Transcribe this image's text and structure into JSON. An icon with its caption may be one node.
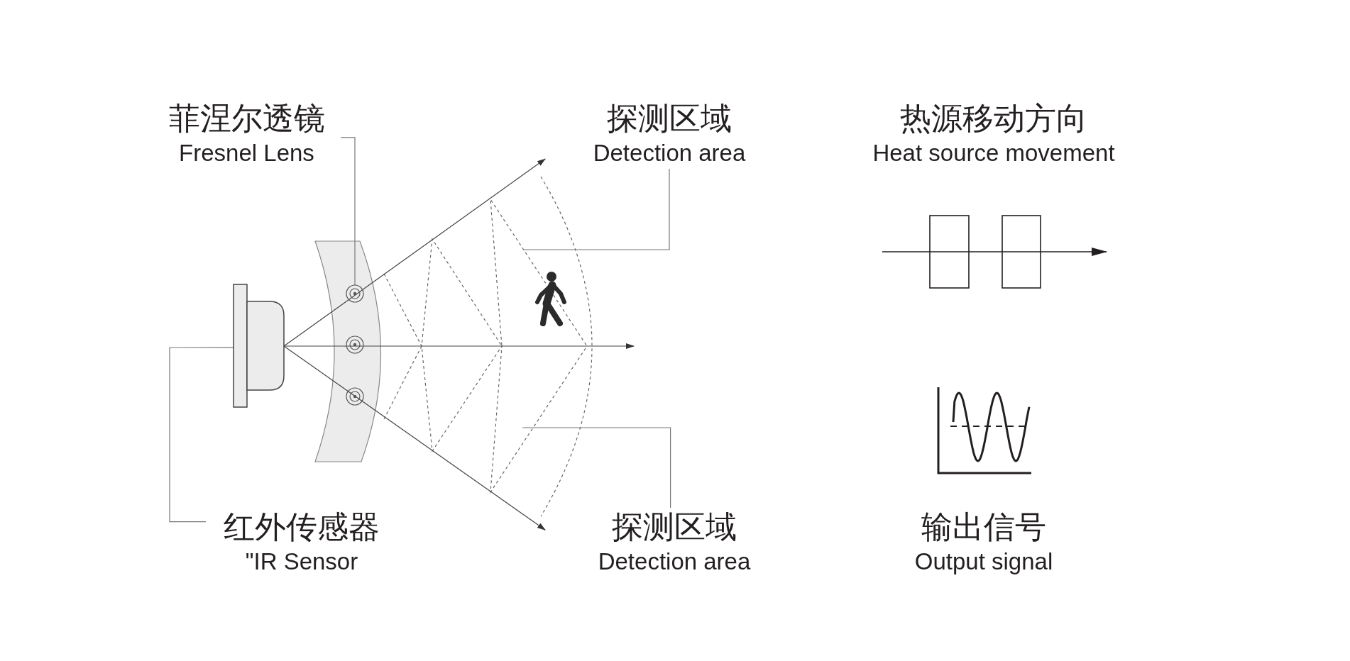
{
  "diagram": {
    "nodes": [
      {
        "text": [
          "菲涅尔透镜",
          "Fresnel Lens"
        ]
      },
      {
        "text": [],
        "shape": "circle"
      },
      {
        "text": [
          "探测区域",
          "Detection area"
        ]
      },
      {
        "text": [],
        "shape": "picture"
      },
      {
        "text": [
          "红外传感器",
          "\"IR Sensor"
        ]
      },
      {
        "text": [],
        "shape": "box"
      },
      {
        "text": [
          "探测区域",
          "Detection area"
        ]
      },
      {
        "text": [
          "热源移动方向",
          "Heat source movement"
        ]
      },
      {
        "text": [
          "输出信号",
          "Output signal"
        ]
      }
    ],
    "edges": [
      {
        "from": 0,
        "to": 1,
        "arrow": "none"
      },
      {
        "from": 2,
        "to": 3,
        "arrow": "none"
      },
      {
        "from": 4,
        "to": 5,
        "arrow": "none"
      },
      {
        "from": 6,
        "to": 3,
        "arrow": "none"
      },
      {
        "from": 5,
        "to": 3,
        "arrow": "to"
      },
      {
        "from": 5,
        "to": null,
        "arrow": "to"
      },
      {
        "from": 5,
        "to": 3,
        "arrow": "to"
      }
    ]
  }
}
